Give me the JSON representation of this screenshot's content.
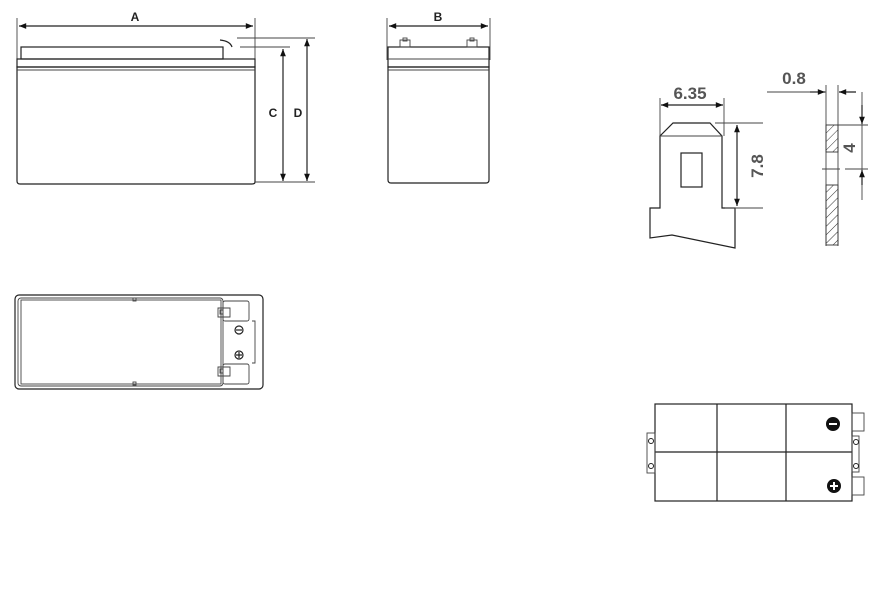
{
  "dimensions": {
    "A": "A",
    "B": "B",
    "C": "C",
    "D": "D"
  },
  "terminal": {
    "width": "6.35",
    "height": "7.8",
    "thickness": "0.8",
    "hole": "4"
  },
  "polarity": {
    "negative": "−",
    "positive": "+"
  },
  "colors": {
    "line": "#222222",
    "label": "#555555"
  }
}
